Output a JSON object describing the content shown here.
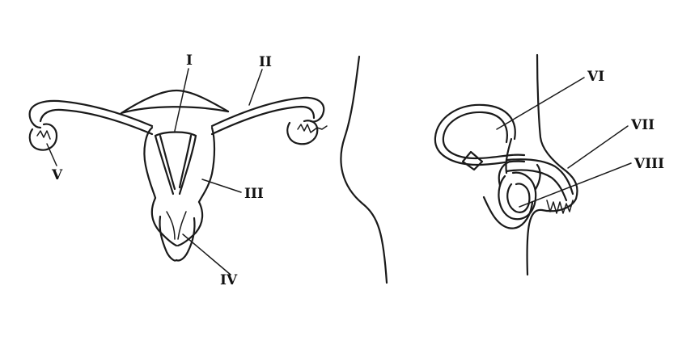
{
  "labels": {
    "i": "I",
    "ii": "II",
    "iii": "III",
    "iv": "IV",
    "v": "V",
    "vi": "VI",
    "vii": "VII",
    "viii": "VIII"
  }
}
